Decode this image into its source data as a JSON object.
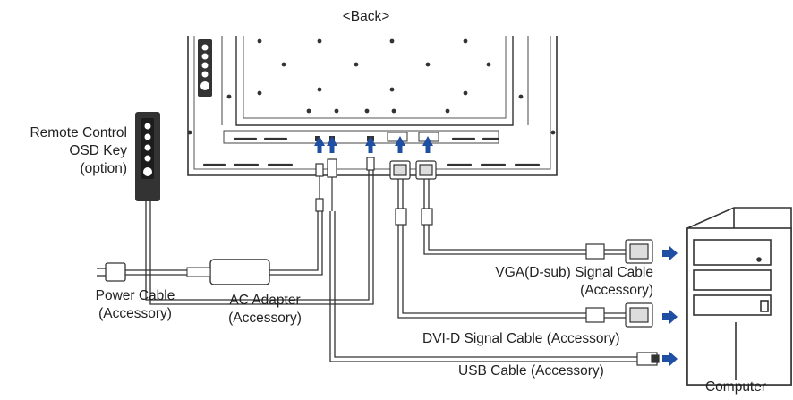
{
  "title": "<Back>",
  "labels": {
    "remote_line1": "Remote Control",
    "remote_line2": "OSD Key",
    "remote_line3": "(option)",
    "power_line1": "Power Cable",
    "power_line2": "(Accessory)",
    "adapter_line1": "AC Adapter",
    "adapter_line2": "(Accessory)",
    "vga_line1": "VGA(D-sub) Signal Cable",
    "vga_line2": "(Accessory)",
    "dvi": "DVI-D Signal Cable (Accessory)",
    "usb": "USB Cable (Accessory)",
    "computer": "Computer"
  },
  "colors": {
    "line": "#222222",
    "panel": "#3a3a3a",
    "arrow": "#1f4fa3",
    "background": "#ffffff"
  },
  "icons": {
    "arrow": "blue-arrow",
    "plug": "ac-plug",
    "connector": "d-sub-connector",
    "usb": "usb-plug"
  }
}
